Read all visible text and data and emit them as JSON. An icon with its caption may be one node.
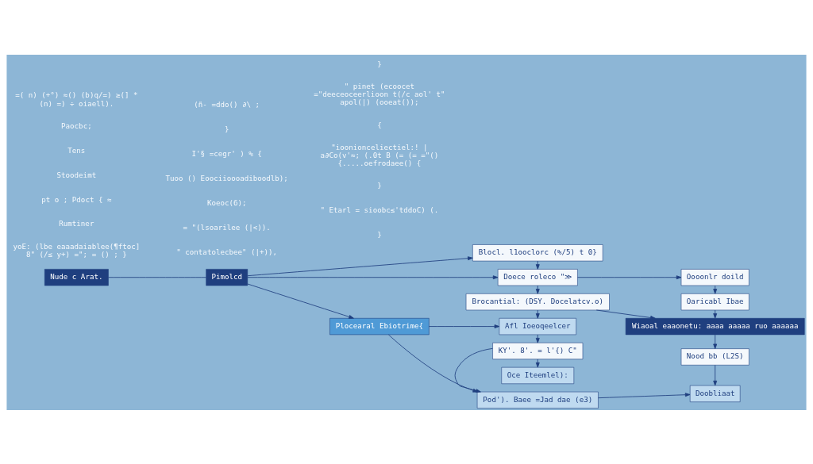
{
  "diagram": {
    "nodes": [
      {
        "text": [
          "Nude c Arat."
        ]
      },
      {
        "text": [
          "Pimolcd"
        ]
      },
      {
        "text": [
          "Plocearal Ebiotrime{"
        ]
      },
      {
        "text": [
          "Blocl. l1ooclorc (%/5) t 0}"
        ]
      },
      {
        "text": [
          "Doece roleco \"≫"
        ]
      },
      {
        "text": [
          "Brocantial: (DSY. Docelatcv.o)"
        ]
      },
      {
        "text": [
          "Afl Ioeoqeelcer"
        ]
      },
      {
        "text": [
          "KY'. 8'. = l'{) C\""
        ]
      },
      {
        "text": [
          "Pod'). Baee =Jad dae (e3)"
        ]
      },
      {
        "text": [
          "Oce Iteemlel):"
        ]
      },
      {
        "text": [
          "Oooonlr doild"
        ]
      },
      {
        "text": [
          "Oaricabl Ibae"
        ]
      },
      {
        "text": [
          "Wiaoal eaaonetu: aaaa aaaaa ruo aaaaaa"
        ]
      },
      {
        "text": [
          "Nood bb (L2S)"
        ]
      },
      {
        "text": [
          "Doobliaat"
        ]
      }
    ],
    "edges": [
      {
        "from": 0,
        "to": 1,
        "arrow": "none"
      },
      {
        "from": 1,
        "to": 2,
        "arrow": "to"
      },
      {
        "from": 1,
        "to": 3,
        "arrow": "to"
      },
      {
        "from": 1,
        "to": 4,
        "arrow": "to"
      },
      {
        "from": 3,
        "to": 4,
        "arrow": "to"
      },
      {
        "from": 4,
        "to": 5,
        "arrow": "to"
      },
      {
        "from": 5,
        "to": 6,
        "arrow": "to"
      },
      {
        "from": 6,
        "to": 7,
        "arrow": "to"
      },
      {
        "from": 7,
        "to": 8,
        "arrow": "to"
      },
      {
        "from": 7,
        "to": 9,
        "arrow": "to"
      },
      {
        "from": 2,
        "to": 6,
        "arrow": "to"
      },
      {
        "from": 2,
        "to": 8,
        "arrow": "to"
      },
      {
        "from": 4,
        "to": 10,
        "arrow": "to"
      },
      {
        "from": 10,
        "to": 11,
        "arrow": "to"
      },
      {
        "from": 11,
        "to": 12,
        "arrow": "to"
      },
      {
        "from": 12,
        "to": 13,
        "arrow": "to"
      },
      {
        "from": 13,
        "to": 14,
        "arrow": "to"
      },
      {
        "from": 5,
        "to": 12,
        "arrow": "to"
      },
      {
        "from": 8,
        "to": 14,
        "arrow": "to"
      }
    ],
    "labels": [
      "yoE: (lbe eaaadaiablee(¶ftoc] 8\" (/≤ y+) =\"; = () ; }",
      "Rumtiner",
      "pt o ; Pdoct { ≈",
      "Stoodeimt",
      "Tens",
      "Paocbc;",
      "=( n) (+°) ≈() (b)q/=) ≥(] * (n) =) ÷ oiaell).",
      "\" contatolecbee\" (|+)),",
      "= \"(lsoarilee (|<)).",
      "Koeoc(6);",
      "Tuoo () Eoociioooadiboodlb);",
      "I'§ =cegr' ) % {",
      "}",
      "(ñ- =ddo() ∂\\ ;",
      "}",
      "\" Etarl = sioobc≤'tddoC) (.",
      "}",
      "\"ioonionceliectiel:! | a∂Co(v'≈; (.0t B (= (= =\"() {.....oefrodaee() {",
      "{",
      "\" pinet (ecoocet =\"deeceoceerlioon t(/c aol' t\" apol(|) (ooeat());",
      "}"
    ]
  }
}
